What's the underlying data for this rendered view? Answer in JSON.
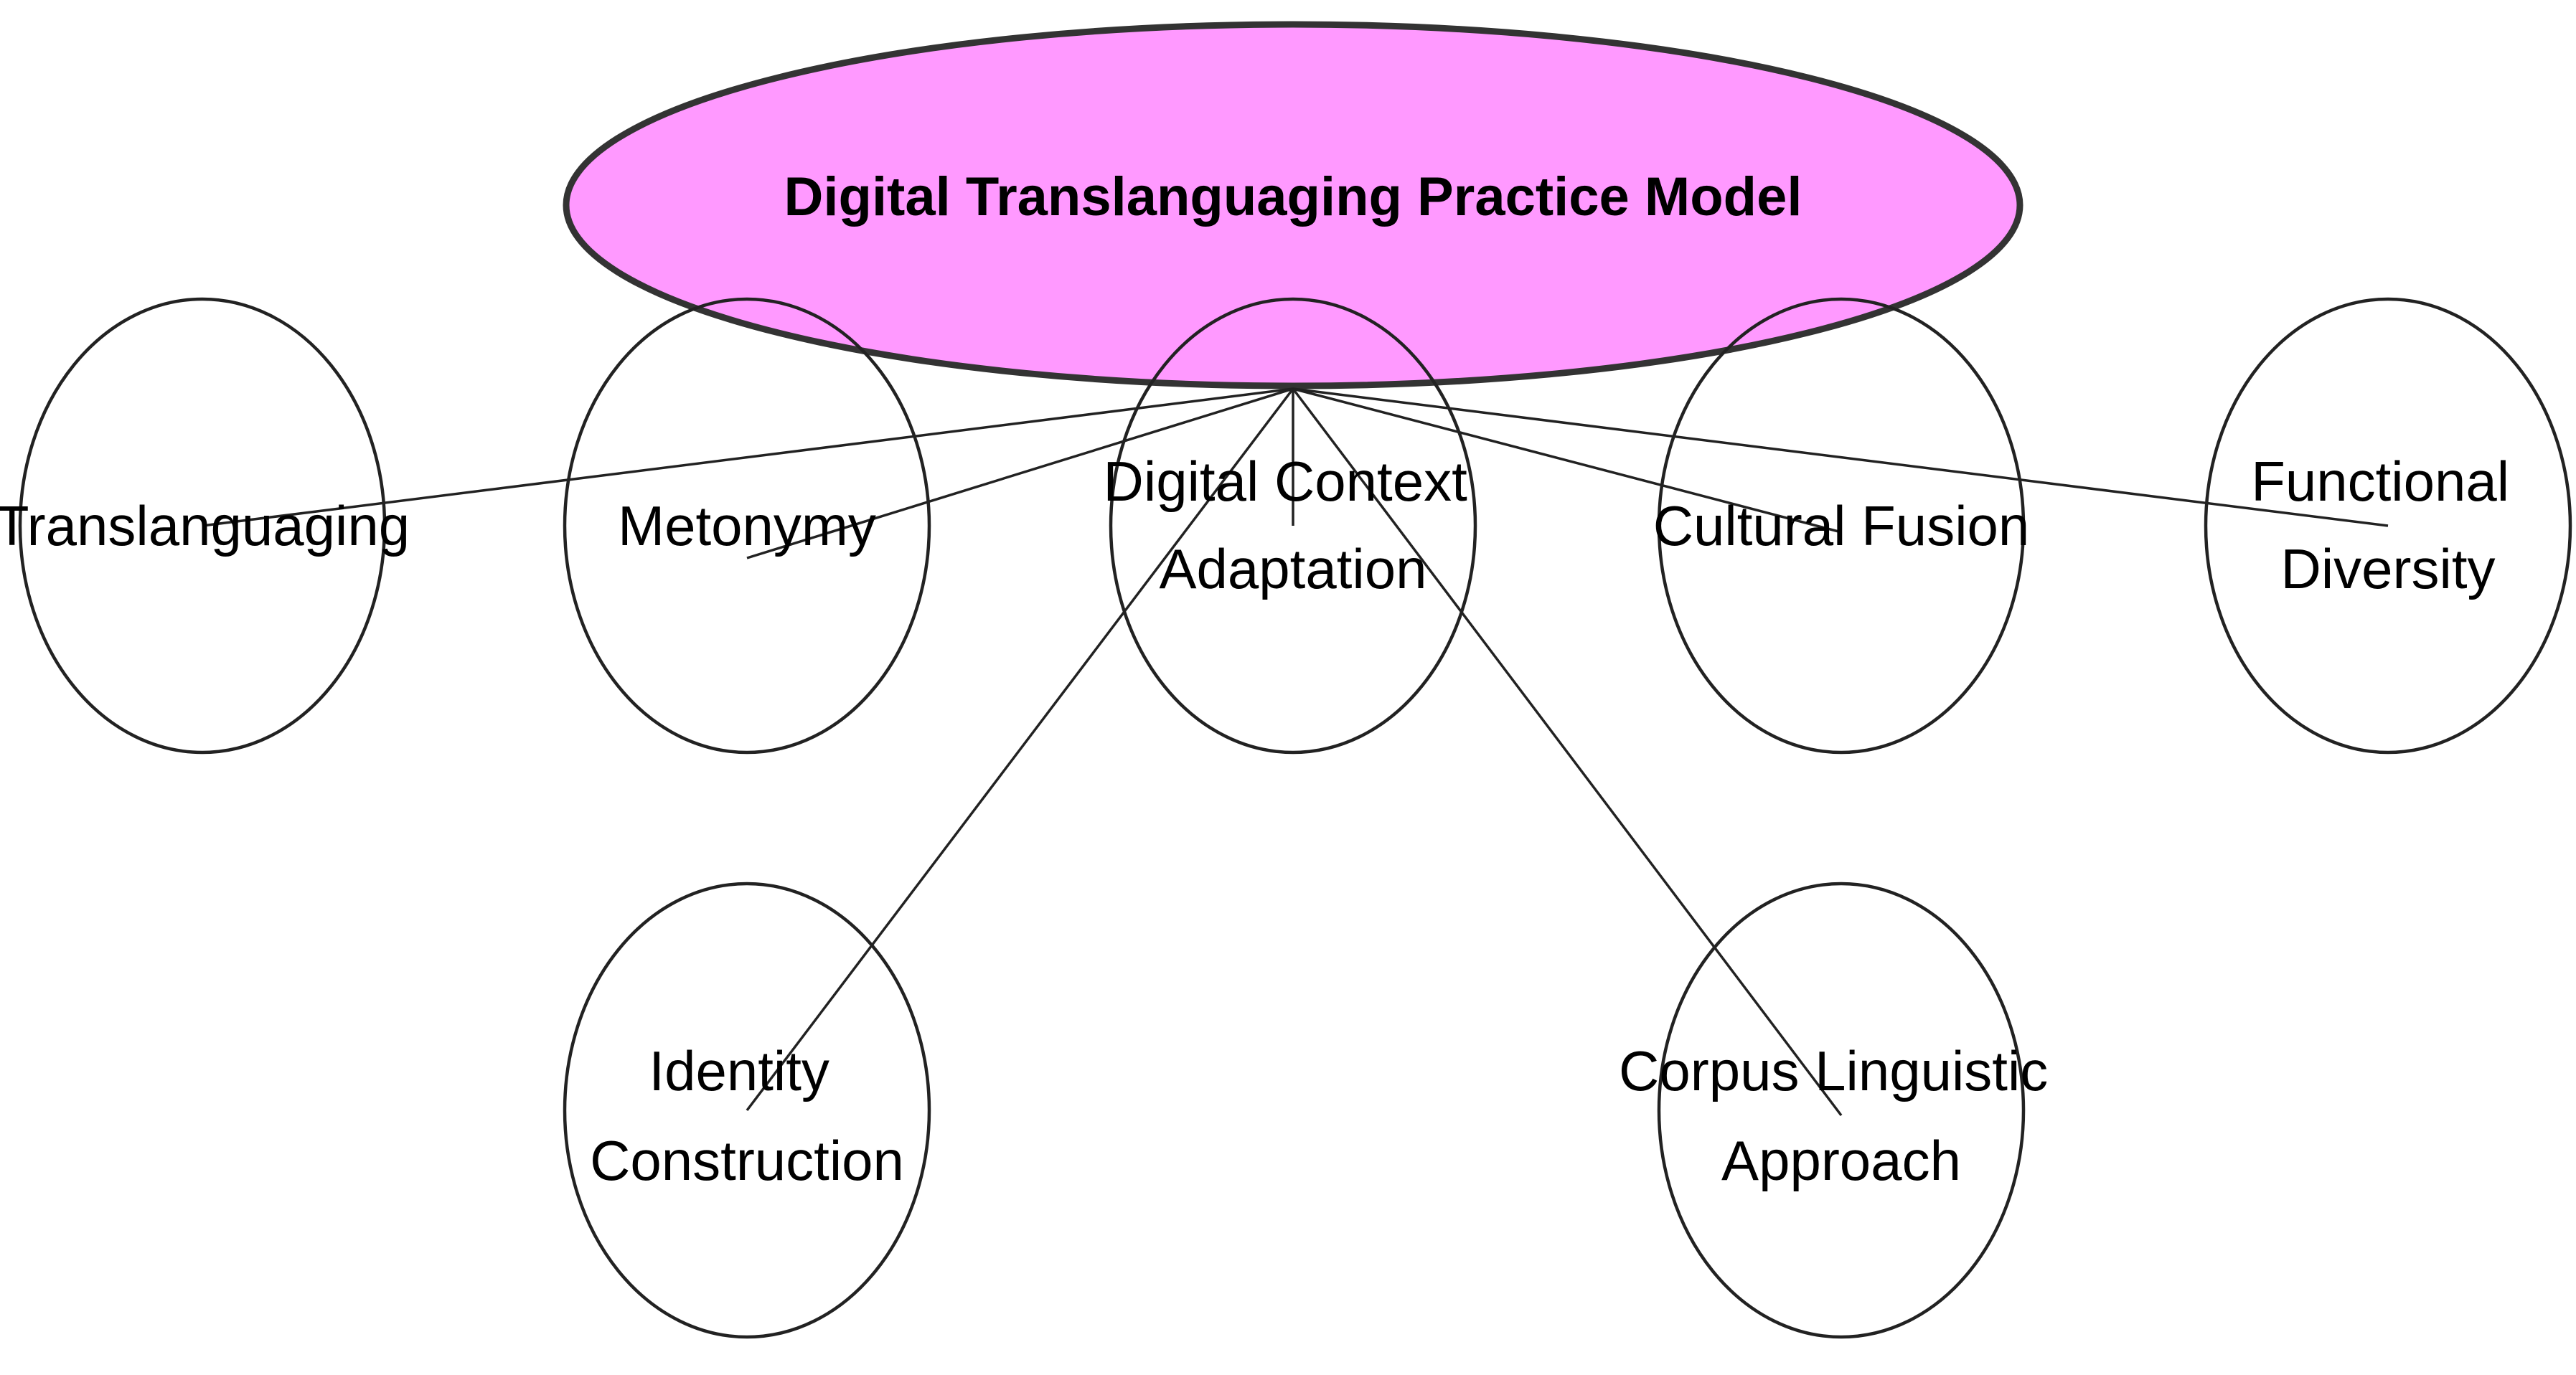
{
  "diagram": {
    "title": "Digital Translanguaging Practice Model",
    "colors": {
      "title_fill": "#ff99ff",
      "stroke": "#222222",
      "background": "#ffffff"
    },
    "nodes": [
      {
        "id": "translanguaging",
        "lines": [
          "Translanguaging"
        ]
      },
      {
        "id": "metonymy",
        "lines": [
          "Metonymy"
        ]
      },
      {
        "id": "digital-context-adaptation",
        "lines": [
          "Digital Context",
          "Adaptation"
        ]
      },
      {
        "id": "cultural-fusion",
        "lines": [
          "Cultural Fusion"
        ]
      },
      {
        "id": "functional-diversity",
        "lines": [
          "Functional",
          "Diversity"
        ]
      },
      {
        "id": "identity-construction",
        "lines": [
          "Identity",
          "Construction"
        ]
      },
      {
        "id": "corpus-linguistic-approach",
        "lines": [
          "Corpus Linguistic",
          "Approach"
        ]
      }
    ],
    "edges": [
      {
        "from": "digital-context-adaptation",
        "to": "translanguaging"
      },
      {
        "from": "digital-context-adaptation",
        "to": "metonymy"
      },
      {
        "from": "digital-context-adaptation",
        "to": "digital-context-adaptation"
      },
      {
        "from": "digital-context-adaptation",
        "to": "cultural-fusion"
      },
      {
        "from": "digital-context-adaptation",
        "to": "functional-diversity"
      },
      {
        "from": "digital-context-adaptation",
        "to": "identity-construction"
      },
      {
        "from": "digital-context-adaptation",
        "to": "corpus-linguistic-approach"
      }
    ]
  }
}
